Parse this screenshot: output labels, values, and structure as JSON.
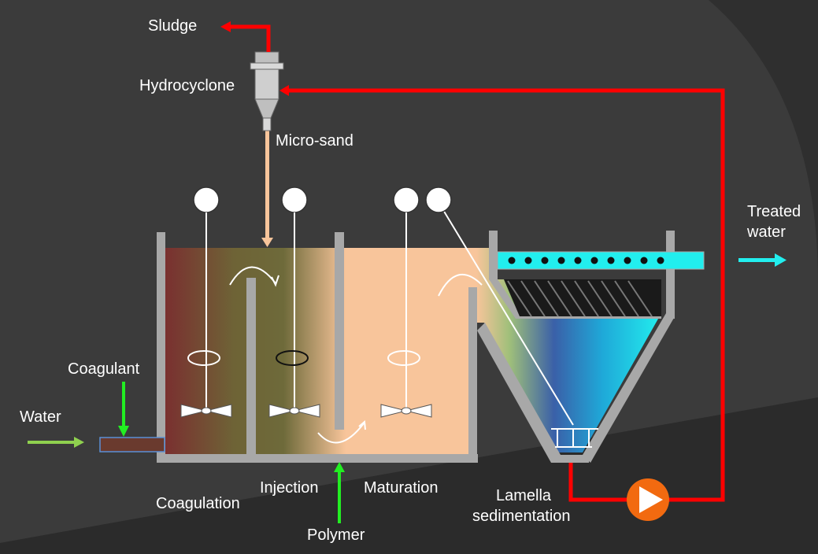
{
  "labels": {
    "sludge": "Sludge",
    "hydrocyclone": "Hydrocyclone",
    "micro_sand": "Micro-sand",
    "treated_water_line1": "Treated",
    "treated_water_line2": "water",
    "coagulant": "Coagulant",
    "water": "Water",
    "coagulation": "Coagulation",
    "injection": "Injection",
    "maturation": "Maturation",
    "polymer": "Polymer",
    "lamella_line1": "Lamella",
    "lamella_line2": "sedimentation"
  },
  "colors": {
    "background": "#3b3b3b",
    "background_swoosh": "#2a2a2a",
    "tank_wall": "#a8a8a8",
    "water_fill": "#f8c59b",
    "coagulation_fill": "#6e6336",
    "recirculation_line": "#ff0000",
    "micro_sand_line": "#f8c59b",
    "chemical_dosing": "#22ee22",
    "water_inlet": "#8fd14f",
    "treated_water": "#22eeee",
    "pump": "#f26a10"
  },
  "icons": {
    "pump": "pump-icon",
    "mixer": "mixer-icon",
    "hydrocyclone": "hydrocyclone-icon"
  }
}
